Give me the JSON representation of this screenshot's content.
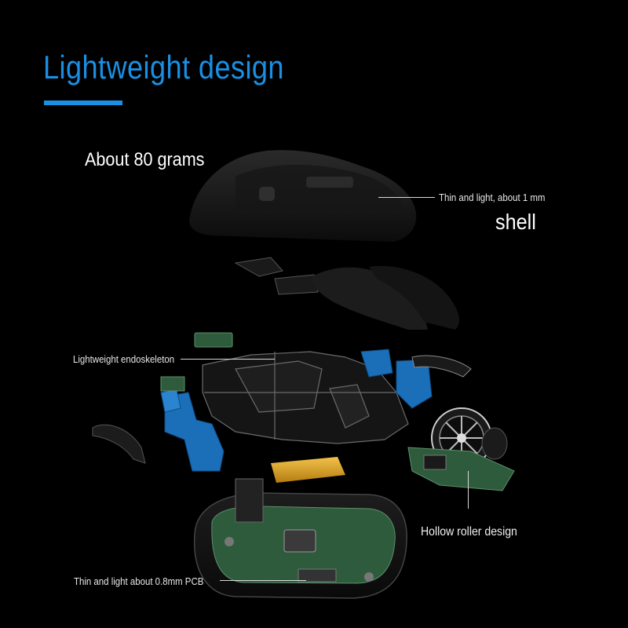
{
  "title": "Lightweight design",
  "weight_label": "About 80 grams",
  "callouts": {
    "shell_line": "Thin and light, about 1 mm",
    "shell_word": "shell",
    "endoskeleton": "Lightweight endoskeleton",
    "roller": "Hollow roller design",
    "pcb": "Thin and light about 0.8mm PCB"
  },
  "colors": {
    "accent": "#1a8fe3",
    "background": "#000000",
    "parts_blue": "#1b6fb8",
    "battery": "#d9a21a",
    "pcb_green": "#2d5b3c"
  }
}
